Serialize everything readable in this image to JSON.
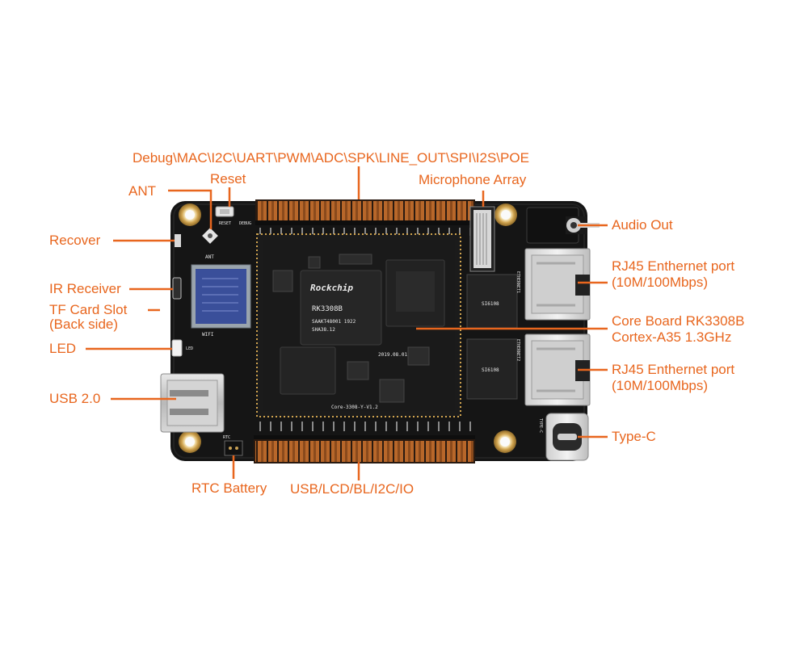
{
  "colors": {
    "accent": "#e8661e",
    "board": "#161616",
    "pin": "#c26e2d",
    "silkscreen": "#e9e9e9",
    "gold": "#cfa34f"
  },
  "labels": {
    "debug_header": "Debug\\MAC\\I2C\\UART\\PWM\\ADC\\SPK\\LINE_OUT\\SPI\\I2S\\POE",
    "reset": "Reset",
    "ant": "ANT",
    "microphone_array": "Microphone Array",
    "audio_out": "Audio Out",
    "recover": "Recover",
    "ir_receiver": "IR Receiver",
    "tf_card_line1": "TF Card Slot",
    "tf_card_line2": "(Back side)",
    "led": "LED",
    "usb2": "USB 2.0",
    "rj45_top_line1": "RJ45 Enthernet port",
    "rj45_top_line2": "(10M/100Mbps)",
    "core_board_line1": "Core Board RK3308B",
    "core_board_line2": "Cortex-A35 1.3GHz",
    "rj45_bottom_line1": "RJ45 Enthernet port",
    "rj45_bottom_line2": "(10M/100Mbps)",
    "type_c": "Type-C",
    "rtc_battery": "RTC Battery",
    "bottom_header": "USB/LCD/BL/I2C/IO"
  },
  "board_print": {
    "soc_brand": "Rockchip",
    "soc_model": "RK3308B",
    "soc_code": "SAAKT48001 1922",
    "soc_lot": "SHA38.12",
    "core_version": "Core-3308-Y-V1.2",
    "core_date": "2019.08.01",
    "reset_print": "RESET",
    "debug_print": "DEBUG",
    "ant_print": "ANT",
    "wifi_print": "WIFI",
    "led_print": "LED",
    "rtc_print": "RTC",
    "transformer_print": "SI6108",
    "ethernet1_print": "ETHERNET1",
    "ethernet2_print": "ETHERNET2",
    "type_c_print": "TYPE-C"
  }
}
